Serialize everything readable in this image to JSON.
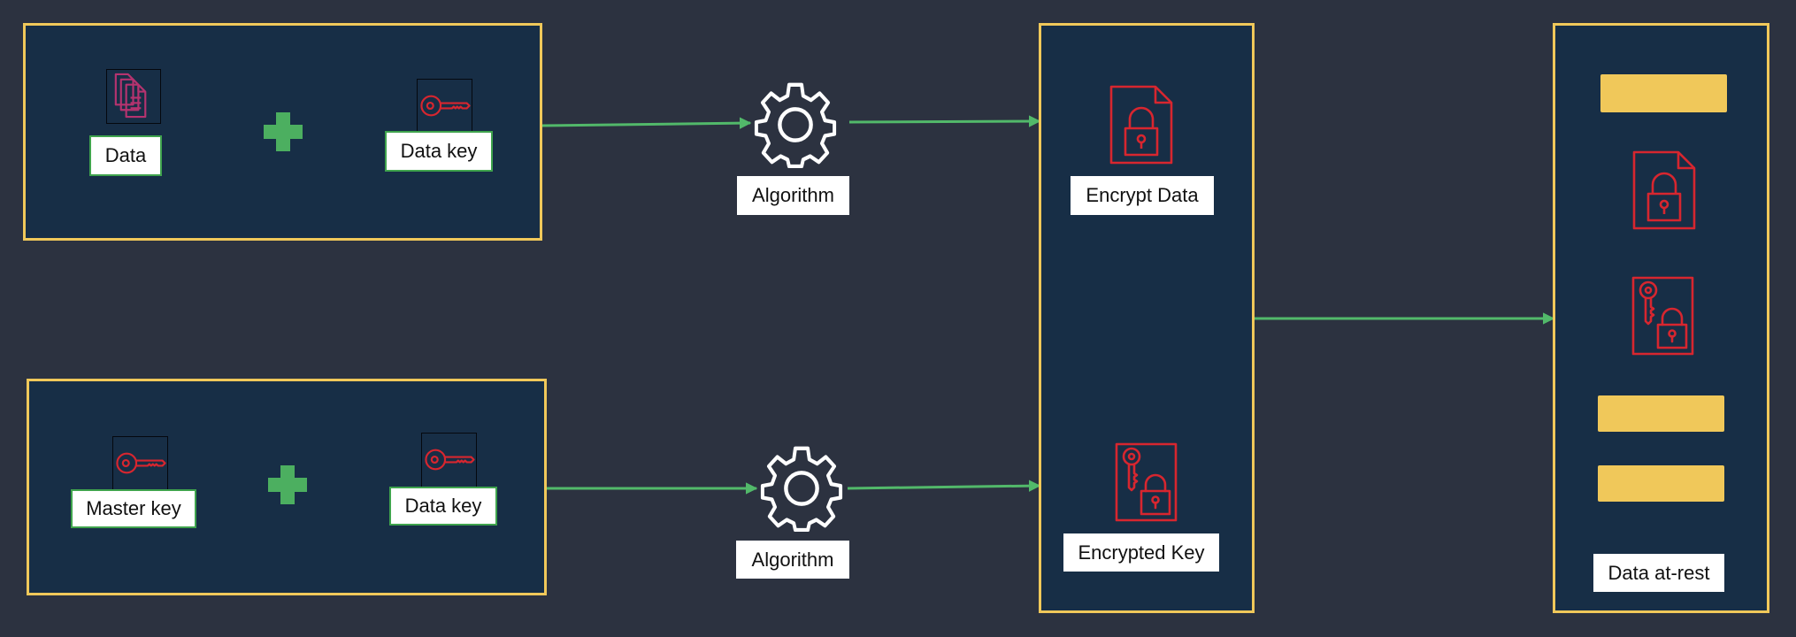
{
  "labels": {
    "data": "Data",
    "data_key_top": "Data key",
    "master_key": "Master key",
    "data_key_bottom": "Data key",
    "algorithm_top": "Algorithm",
    "algorithm_bottom": "Algorithm",
    "encrypt_data": "Encrypt Data",
    "encrypted_key": "Encrypted Key",
    "data_at_rest": "Data at-rest"
  },
  "icons": {
    "documents": "documents-icon",
    "key": "key-icon",
    "plus": "plus-icon",
    "gear": "gear-icon",
    "locked_file": "locked-file-icon",
    "key_locked_file": "key-locked-file-icon"
  },
  "colors": {
    "background": "#2c3240",
    "panel": "#172e46",
    "panel_border": "#f0c85a",
    "arrow": "#52b96a",
    "plus": "#4caf60",
    "icon_red": "#d7262f",
    "documents_magenta": "#b5336f",
    "placeholder_bar": "#f0c85a"
  }
}
